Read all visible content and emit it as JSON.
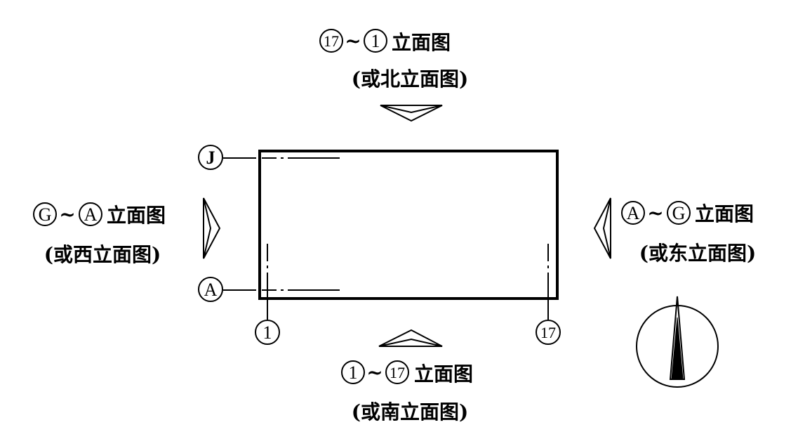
{
  "north": {
    "range_start": "17",
    "range_end": "1",
    "title": "立面图",
    "alt": "(或北立面图)"
  },
  "south": {
    "range_start": "1",
    "range_end": "17",
    "title": "立面图",
    "alt": "(或南立面图)"
  },
  "west": {
    "range_start": "G",
    "range_end": "A",
    "title": "立面图",
    "alt": "(或西立面图)"
  },
  "east": {
    "range_start": "A",
    "range_end": "G",
    "title": "立面图",
    "alt": "(或东立面图)"
  },
  "tilde": "~",
  "axes": {
    "row_top": "J",
    "row_bottom": "A",
    "col_left": "1",
    "col_right": "17"
  },
  "compass": {
    "icon": "north-arrow-icon"
  }
}
